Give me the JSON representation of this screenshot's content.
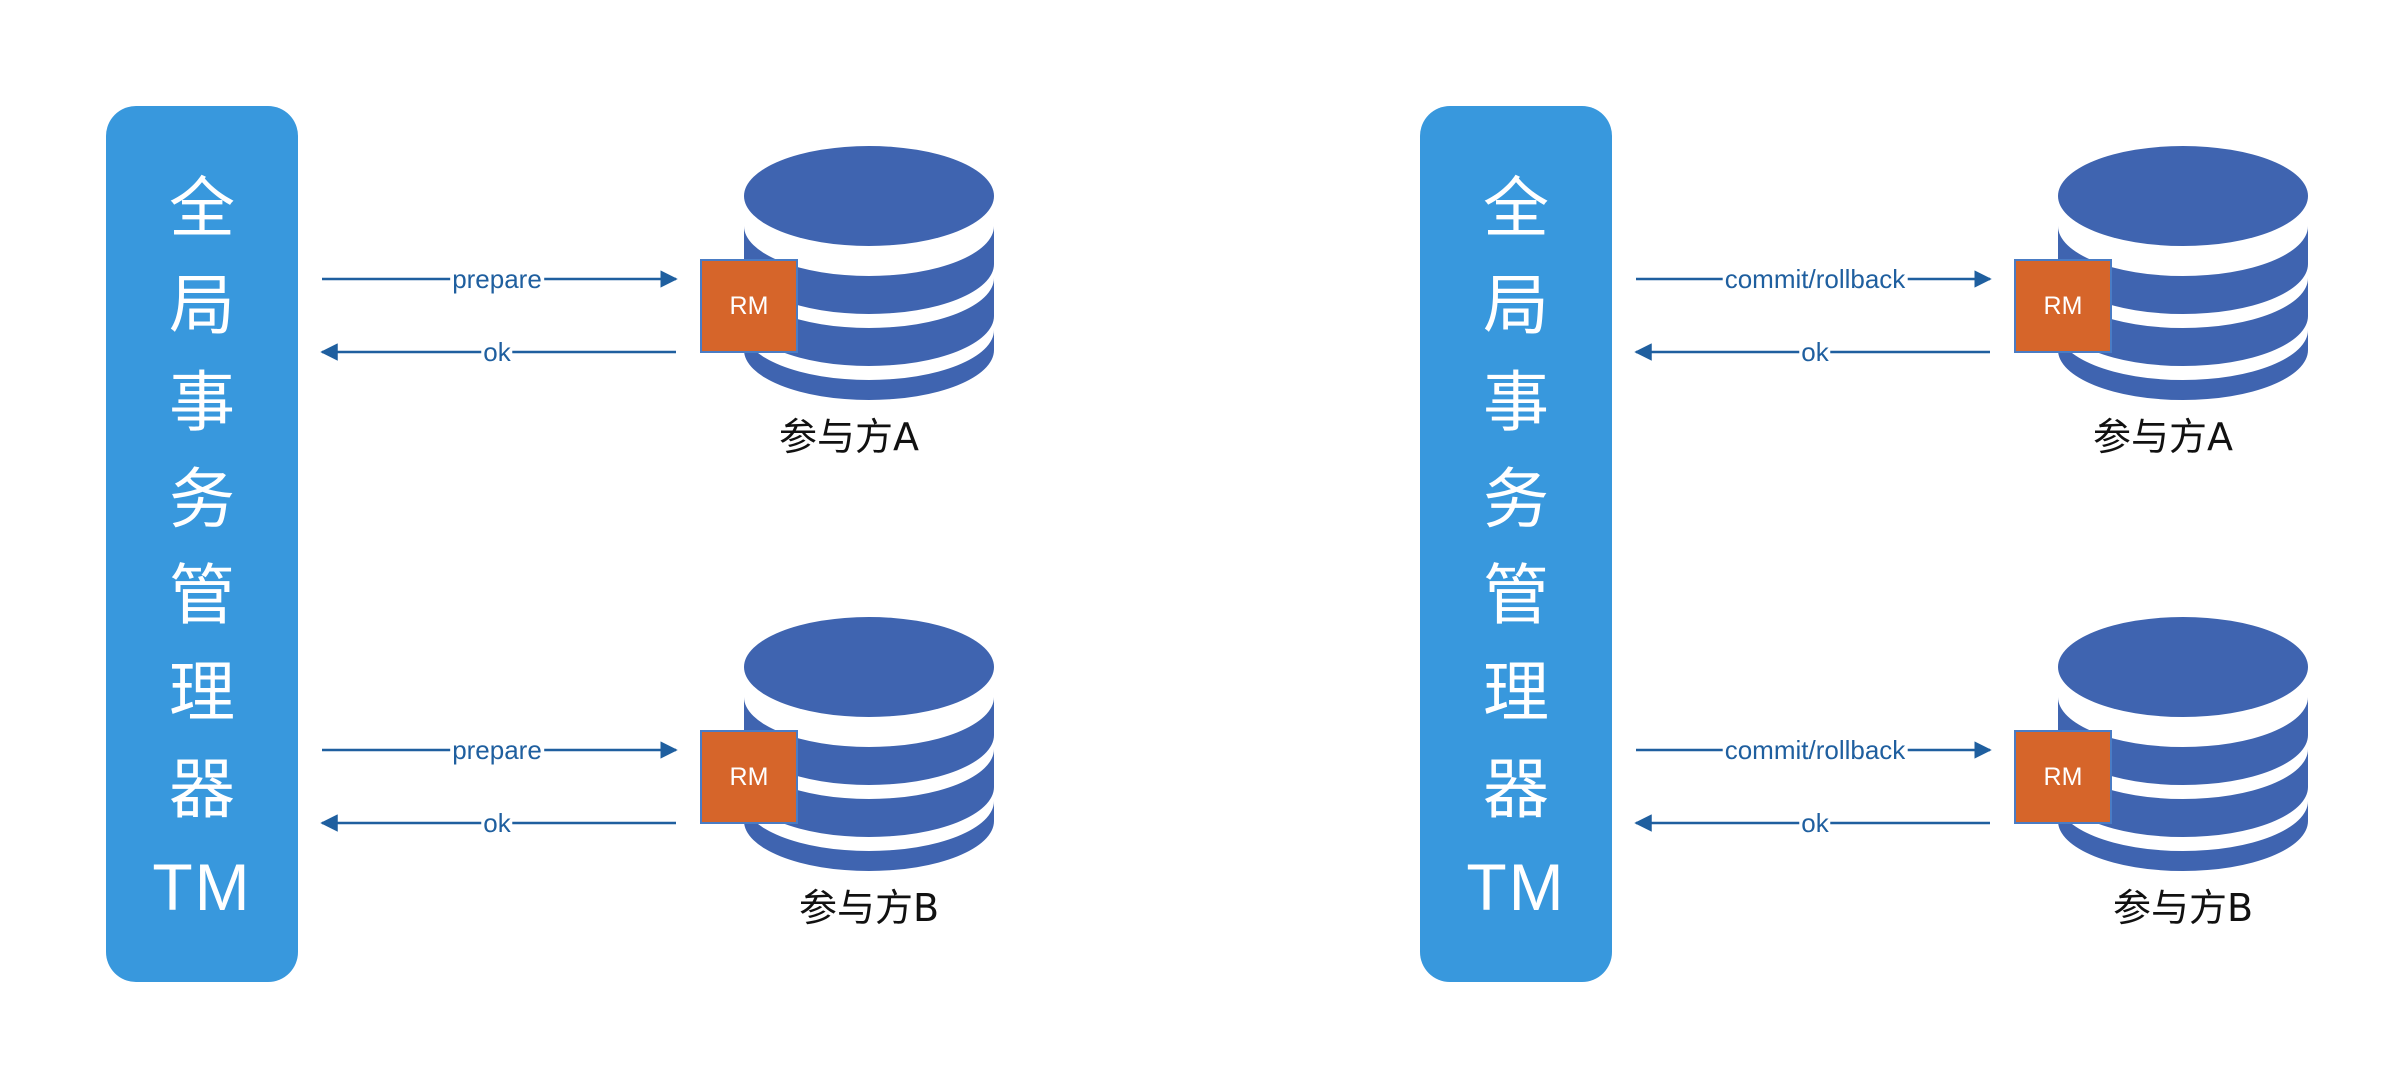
{
  "colors": {
    "tm_bar": "#3898dd",
    "database": "#3f64b0",
    "rm_box": "#d6652a",
    "arrow": "#1f5f9f"
  },
  "panels": [
    {
      "tm": {
        "chars": [
          "全",
          "局",
          "事",
          "务",
          "管",
          "理",
          "器"
        ],
        "code": "TM"
      },
      "participants": [
        {
          "rm_label": "RM",
          "name": "参与方A",
          "request": "prepare",
          "response": "ok"
        },
        {
          "rm_label": "RM",
          "name": "参与方B",
          "request": "prepare",
          "response": "ok"
        }
      ]
    },
    {
      "tm": {
        "chars": [
          "全",
          "局",
          "事",
          "务",
          "管",
          "理",
          "器"
        ],
        "code": "TM"
      },
      "participants": [
        {
          "rm_label": "RM",
          "name": "参与方A",
          "request": "commit/rollback",
          "response": "ok"
        },
        {
          "rm_label": "RM",
          "name": "参与方B",
          "request": "commit/rollback",
          "response": "ok"
        }
      ]
    }
  ]
}
